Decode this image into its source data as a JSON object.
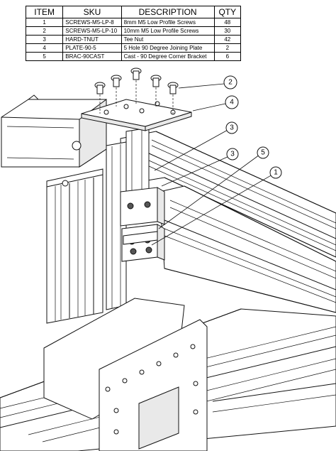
{
  "bom": {
    "headers": [
      "ITEM",
      "SKU",
      "DESCRIPTION",
      "QTY"
    ],
    "rows": [
      {
        "item": "1",
        "sku": "SCREWS-M5-LP-8",
        "description": "8mm M5 Low Profile Screws",
        "qty": "48"
      },
      {
        "item": "2",
        "sku": "SCREWS-M5-LP-10",
        "description": "10mm M5 Low Profile Screws",
        "qty": "30"
      },
      {
        "item": "3",
        "sku": "HARD-TNUT",
        "description": "Tee Nut",
        "qty": "42"
      },
      {
        "item": "4",
        "sku": "PLATE-90-5",
        "description": "5 Hole 90 Degree Joining Plate",
        "qty": "2"
      },
      {
        "item": "5",
        "sku": "BRAC-90CAST",
        "description": "Cast - 90 Degree Corner Bracket",
        "qty": "6"
      }
    ]
  },
  "callouts": [
    {
      "label": "2",
      "item": "SCREWS-M5-LP-10"
    },
    {
      "label": "4",
      "item": "PLATE-90-5"
    },
    {
      "label": "3",
      "item": "HARD-TNUT"
    },
    {
      "label": "3",
      "item": "HARD-TNUT"
    },
    {
      "label": "5",
      "item": "BRAC-90CAST"
    },
    {
      "label": "1",
      "item": "SCREWS-M5-LP-8"
    }
  ]
}
